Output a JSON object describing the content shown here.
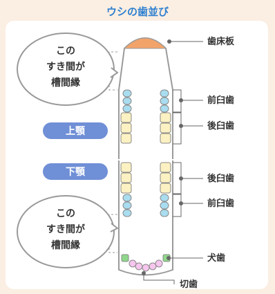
{
  "title": "ウシの歯並び",
  "bubble_top": [
    "この",
    "すき間が",
    "槽間縁"
  ],
  "bubble_bottom": [
    "この",
    "すき間が",
    "槽間縁"
  ],
  "jaw_upper": "上顎",
  "jaw_lower": "下顎",
  "labels": {
    "dental_pad": "歯床板",
    "upper_premolar": "前臼歯",
    "upper_molar": "後臼歯",
    "lower_molar": "後臼歯",
    "lower_premolar": "前臼歯",
    "canine": "犬歯",
    "incisor": "切歯"
  },
  "colors": {
    "background": "#fbeee2",
    "title": "#2f80d0",
    "pill": "#6f8fd6",
    "dental_pad": "#f2a36a",
    "molar": "#fbf1c2",
    "premolar": "#a9dcef",
    "canine": "#8fd88a",
    "incisor": "#f6c6ee"
  }
}
